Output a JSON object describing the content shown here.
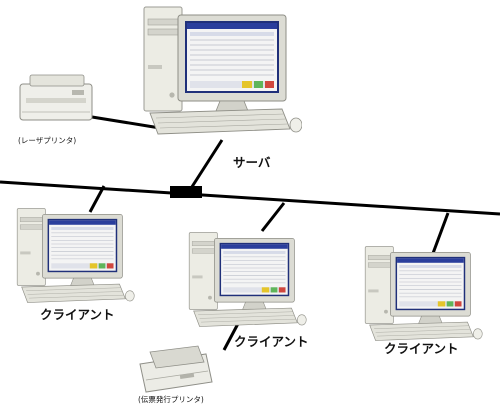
{
  "labels": {
    "server": "サーバ",
    "laser_printer": "(レーザプリンタ)",
    "slip_printer": "(伝票発行プリンタ)",
    "client_1": "クライアント",
    "client_2": "クライアント",
    "client_3": "クライアント"
  },
  "colors": {
    "network_line": "#000000",
    "hub": "#000000",
    "case_body": "#e9e9e2",
    "screen_frame": "#dcdcd4",
    "app_window_title": "#2a3e9c",
    "app_window_body": "#f4f4f4",
    "printer_body": "#efefea"
  }
}
